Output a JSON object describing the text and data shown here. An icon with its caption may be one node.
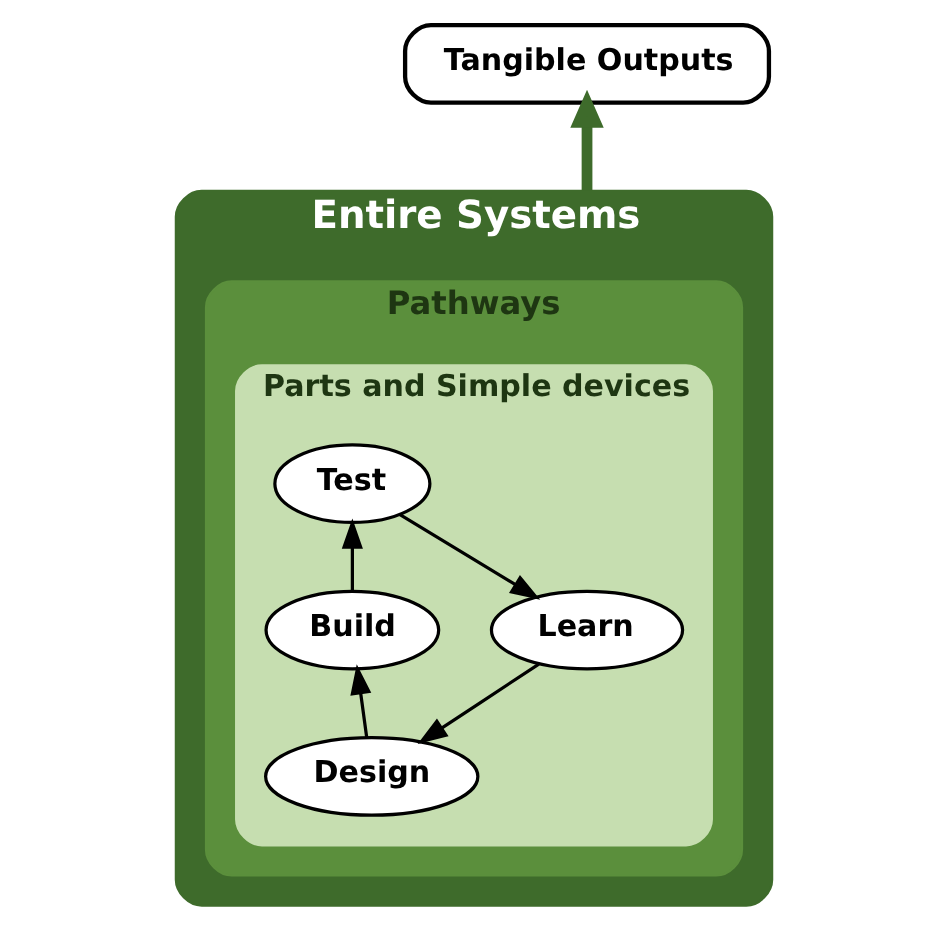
{
  "diagram": {
    "nodes": [
      {
        "text": [
          "Tangible Outputs"
        ]
      },
      {
        "text": [
          "Entire Systems"
        ]
      },
      {
        "text": [
          "Pathways"
        ],
        "in": 1
      },
      {
        "text": [
          "Parts and Simple devices"
        ],
        "in": 2
      },
      {
        "text": [
          "Test"
        ],
        "in": 3
      },
      {
        "text": [
          "Build"
        ],
        "in": 3
      },
      {
        "text": [
          "Learn"
        ],
        "in": 3
      },
      {
        "text": [
          "Design"
        ],
        "in": 3
      }
    ],
    "edges": [
      {
        "from": 4,
        "to": 6,
        "arrow": "to"
      },
      {
        "from": 6,
        "to": 7,
        "arrow": "to"
      },
      {
        "from": 7,
        "to": 5,
        "arrow": "to"
      },
      {
        "from": 5,
        "to": 4,
        "arrow": "to"
      },
      {
        "from": 1,
        "to": 0,
        "arrow": "to",
        "style": "thick",
        "color": "#3e6b2b"
      }
    ]
  }
}
